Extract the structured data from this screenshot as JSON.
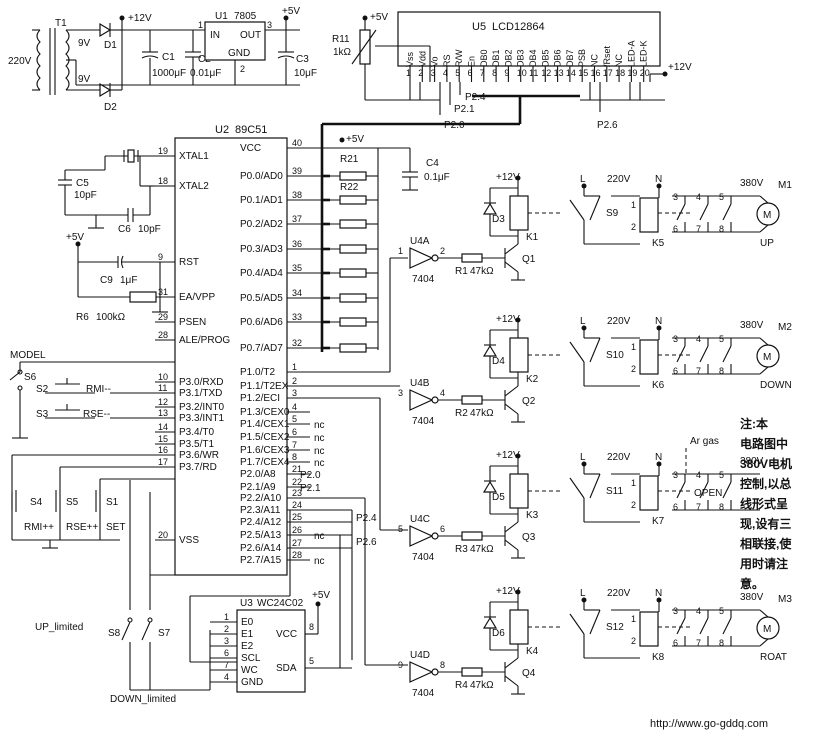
{
  "diagram": {
    "chips": {
      "u1": {
        "ref": "U1",
        "part": "7805",
        "pin_in": "IN",
        "pin_out": "OUT",
        "pin_gnd": "GND",
        "pin1": "1",
        "pin2": "2",
        "pin3": "3"
      },
      "u2": {
        "ref": "U2",
        "part": "89C51",
        "left_pins": [
          {
            "num": "19",
            "name": "XTAL1"
          },
          {
            "num": "18",
            "name": "XTAL2"
          },
          {
            "num": "9",
            "name": "RST"
          },
          {
            "num": "31",
            "name": "EA/VPP"
          },
          {
            "num": "29",
            "name": "PSEN"
          },
          {
            "num": "28",
            "name": "ALE/PROG"
          },
          {
            "num": "10",
            "name": "P3.0/RXD"
          },
          {
            "num": "11",
            "name": "P3.1/TXD"
          },
          {
            "num": "12",
            "name": "P3.2/INT0"
          },
          {
            "num": "13",
            "name": "P3.3/INT1"
          },
          {
            "num": "14",
            "name": "P3.4/T0"
          },
          {
            "num": "15",
            "name": "P3.5/T1"
          },
          {
            "num": "16",
            "name": "P3.6/WR"
          },
          {
            "num": "17",
            "name": "P3.7/RD"
          },
          {
            "num": "20",
            "name": "VSS"
          }
        ],
        "right_pins": [
          {
            "num": "40",
            "name": "VCC"
          },
          {
            "num": "39",
            "name": "P0.0/AD0"
          },
          {
            "num": "38",
            "name": "P0.1/AD1"
          },
          {
            "num": "37",
            "name": "P0.2/AD2"
          },
          {
            "num": "36",
            "name": "P0.3/AD3"
          },
          {
            "num": "35",
            "name": "P0.4/AD4"
          },
          {
            "num": "34",
            "name": "P0.5/AD5"
          },
          {
            "num": "33",
            "name": "P0.6/AD6"
          },
          {
            "num": "32",
            "name": "P0.7/AD7"
          },
          {
            "num": "1",
            "name": "P1.0/T2"
          },
          {
            "num": "2",
            "name": "P1.1/T2EX"
          },
          {
            "num": "3",
            "name": "P1.2/ECI"
          },
          {
            "num": "4",
            "name": "P1.3/CEX0"
          },
          {
            "num": "5",
            "name": "P1.4/CEX1"
          },
          {
            "num": "6",
            "name": "P1.5/CEX2"
          },
          {
            "num": "7",
            "name": "P1.6/CEX3"
          },
          {
            "num": "8",
            "name": "P1.7/CEX4"
          },
          {
            "num": "21",
            "name": "P2.0/A8"
          },
          {
            "num": "22",
            "name": "P2.1/A9"
          },
          {
            "num": "23",
            "name": "P2.2/A10"
          },
          {
            "num": "24",
            "name": "P2.3/A11"
          },
          {
            "num": "25",
            "name": "P2.4/A12"
          },
          {
            "num": "26",
            "name": "P2.5/A13"
          },
          {
            "num": "27",
            "name": "P2.6/A14"
          },
          {
            "num": "28",
            "name": "P2.7/A15"
          }
        ]
      },
      "u3": {
        "ref": "U3",
        "part": "WC24C02",
        "left_pins": [
          {
            "num": "1",
            "name": "E0"
          },
          {
            "num": "2",
            "name": "E1"
          },
          {
            "num": "3",
            "name": "E2"
          },
          {
            "num": "6",
            "name": "SCL"
          },
          {
            "num": "7",
            "name": "WC"
          },
          {
            "num": "4",
            "name": "GND"
          }
        ],
        "right_pins": [
          {
            "num": "8",
            "name": "VCC"
          },
          {
            "num": "5",
            "name": "SDA"
          }
        ]
      },
      "u5": {
        "ref": "U5",
        "part": "LCD12864",
        "pins": [
          {
            "num": "1",
            "name": "Vss"
          },
          {
            "num": "2",
            "name": "Vdd"
          },
          {
            "num": "3",
            "name": "Vo"
          },
          {
            "num": "4",
            "name": "RS"
          },
          {
            "num": "5",
            "name": "R/W"
          },
          {
            "num": "6",
            "name": "En"
          },
          {
            "num": "7",
            "name": "DB0"
          },
          {
            "num": "8",
            "name": "DB1"
          },
          {
            "num": "9",
            "name": "DB2"
          },
          {
            "num": "10",
            "name": "DB3"
          },
          {
            "num": "11",
            "name": "DB4"
          },
          {
            "num": "12",
            "name": "DB5"
          },
          {
            "num": "13",
            "name": "DB6"
          },
          {
            "num": "14",
            "name": "DB7"
          },
          {
            "num": "15",
            "name": "PSB"
          },
          {
            "num": "16",
            "name": "NC"
          },
          {
            "num": "17",
            "name": "/Rset"
          },
          {
            "num": "18",
            "name": "NC"
          },
          {
            "num": "19",
            "name": "LED-A"
          },
          {
            "num": "20",
            "name": "LED-K"
          }
        ]
      },
      "inverters": [
        {
          "ref": "U4A",
          "part": "7404",
          "in": "1",
          "out": "2"
        },
        {
          "ref": "U4B",
          "part": "7404",
          "in": "3",
          "out": "4"
        },
        {
          "ref": "U4C",
          "part": "7404",
          "in": "5",
          "out": "6"
        },
        {
          "ref": "U4D",
          "part": "7404",
          "in": "9",
          "out": "8"
        }
      ]
    },
    "power": {
      "transformer": "T1",
      "mains": "220V",
      "sec_top": "9V",
      "sec_bot": "9V",
      "d1": "D1",
      "d2": "D2",
      "plus12": "+12V",
      "plus5": "+5V",
      "c1": "C1",
      "c1_val": "1000μF",
      "c2": "C2",
      "c2_val": "0.01μF",
      "c3": "C3",
      "c3_val": "10μF"
    },
    "lcd_side": {
      "r11": "R11",
      "r11_val": "1kΩ",
      "plus5": "+5V",
      "plus12": "+12V",
      "p20": "P2.0",
      "p21": "P2.1",
      "p24": "P2.4",
      "p26": "P2.6"
    },
    "mcu_side": {
      "plus5": "+5V",
      "c4": "C4",
      "c4_val": "0.1μF",
      "r21": "R21",
      "r22": "R22",
      "c5": "C5",
      "c5_val": "10pF",
      "c6": "C6",
      "c6_val": "10pF",
      "c9": "C9",
      "c9_val": "1μF",
      "r6": "R6",
      "r6_val": "100kΩ",
      "nc": "nc",
      "p20": "P2.0",
      "p21": "P2.1",
      "p24": "P2.4",
      "p26": "P2.6"
    },
    "switches": {
      "model": "MODEL",
      "s6": "S6",
      "s2": "S2",
      "s3": "S3",
      "rmi": "RMI--",
      "rse": "RSE--",
      "s4": "S4",
      "s5": "S5",
      "s1": "S1",
      "rmi_pp": "RMI++",
      "rse_pp": "RSE++",
      "set": "SET",
      "s8": "S8",
      "s7": "S7",
      "up_limited": "UP_limited",
      "down_limited": "DOWN_limited"
    },
    "drivers": [
      {
        "r": "R1",
        "rval": "47kΩ",
        "q": "Q1",
        "d": "D3",
        "k": "K1",
        "s": "S9",
        "kk": "K5",
        "m": "M1",
        "label": "UP"
      },
      {
        "r": "R2",
        "rval": "47kΩ",
        "q": "Q2",
        "d": "D4",
        "k": "K2",
        "s": "S10",
        "kk": "K6",
        "m": "M2",
        "label": "DOWN"
      },
      {
        "r": "R3",
        "rval": "47kΩ",
        "q": "Q3",
        "d": "D5",
        "k": "K3",
        "s": "S11",
        "kk": "K7",
        "m": "",
        "label": "OPEN"
      },
      {
        "r": "R4",
        "rval": "47kΩ",
        "q": "Q4",
        "d": "D6",
        "k": "K4",
        "s": "S12",
        "kk": "K8",
        "m": "M3",
        "label": "ROAT"
      }
    ],
    "supply": {
      "plus12": "+12V",
      "l": "L",
      "v220": "220V",
      "n": "N",
      "v380": "380V",
      "gas": "Ar gas"
    },
    "note_lines": [
      "注:本",
      "电路图中",
      "380V电机",
      "控制,以总",
      "线形式呈",
      "现,设有三",
      "相联接,使",
      "用时请注",
      "意。"
    ],
    "watermark": "http://www.go-gddq.com"
  }
}
